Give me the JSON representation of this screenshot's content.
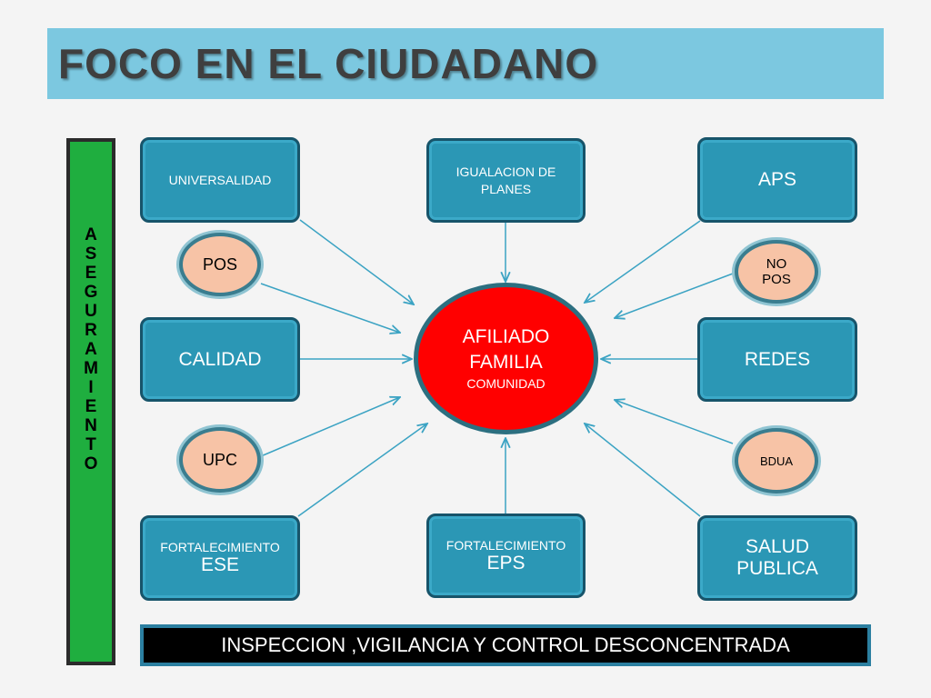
{
  "title": "FOCO EN EL CIUDADANO",
  "vertical_label": [
    "A",
    "S",
    "E",
    "G",
    "U",
    "R",
    "A",
    "M",
    "I",
    "E",
    "N",
    "T",
    "O"
  ],
  "boxes": {
    "universalidad": "UNIVERSALIDAD",
    "igualacion_line1": "IGUALACION DE",
    "igualacion_line2": "PLANES",
    "aps": "APS",
    "calidad": "CALIDAD",
    "redes": "REDES",
    "fort_ese_line1": "FORTALECIMIENTO",
    "fort_ese_line2": "ESE",
    "fort_eps_line1": "FORTALECIMIENTO",
    "fort_eps_line2": "EPS",
    "salud_line1": "SALUD",
    "salud_line2": "PUBLICA"
  },
  "ovals": {
    "pos": "POS",
    "no_pos_line1": "NO",
    "no_pos_line2": "POS",
    "upc": "UPC",
    "bdua": "BDUA"
  },
  "center": {
    "line1": "AFILIADO",
    "line2": "FAMILIA",
    "line3": "COMUNIDAD"
  },
  "footer": "INSPECCION ,VIGILANCIA Y CONTROL DESCONCENTRADA",
  "colors": {
    "box_fill": "#2b97b5",
    "oval_fill": "#f7c3a6",
    "center_fill": "#ff0000",
    "vertical_bar": "#1fae3f",
    "title_bar": "#7cc8e0"
  }
}
